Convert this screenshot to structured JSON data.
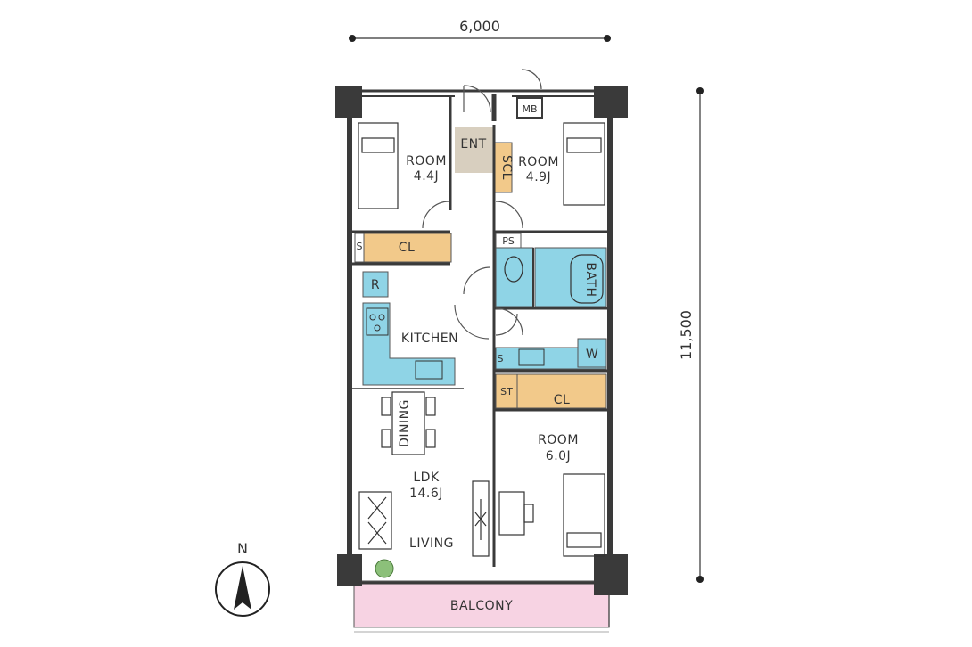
{
  "dimensions": {
    "width": "6,000",
    "depth": "11,500"
  },
  "rooms": {
    "room_nw": {
      "name": "ROOM",
      "size": "4.4J"
    },
    "room_ne": {
      "name": "ROOM",
      "size": "4.9J"
    },
    "room_se": {
      "name": "ROOM",
      "size": "6.0J"
    },
    "ldk": {
      "name": "LDK",
      "size": "14.6J"
    }
  },
  "labels": {
    "entrance": "ENT",
    "shoe_closet": "SCL",
    "meter_box": "MB",
    "closet_top": "CL",
    "closet_bottom": "CL",
    "storage_top": "S",
    "pipe_space": "PS",
    "bath": "BATH",
    "refrigerator": "R",
    "kitchen": "KITCHEN",
    "dining": "DINING",
    "living": "LIVING",
    "washer": "W",
    "storage_small": "S",
    "storage_st": "ST",
    "balcony": "BALCONY",
    "north": "N"
  },
  "colors": {
    "wall": "#3a3a3a",
    "water_area": "#8fd4e6",
    "closet": "#f2c98a",
    "entrance": "#d8cfbf",
    "balcony": "#f7d3e3",
    "plant": "#8cc07a"
  }
}
